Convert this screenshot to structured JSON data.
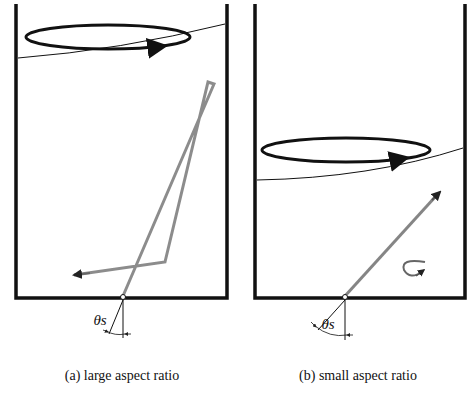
{
  "diagram": {
    "labels": [
      "θs",
      "θs",
      "(a) large aspect ratio",
      "(b) small aspect ratio"
    ]
  }
}
